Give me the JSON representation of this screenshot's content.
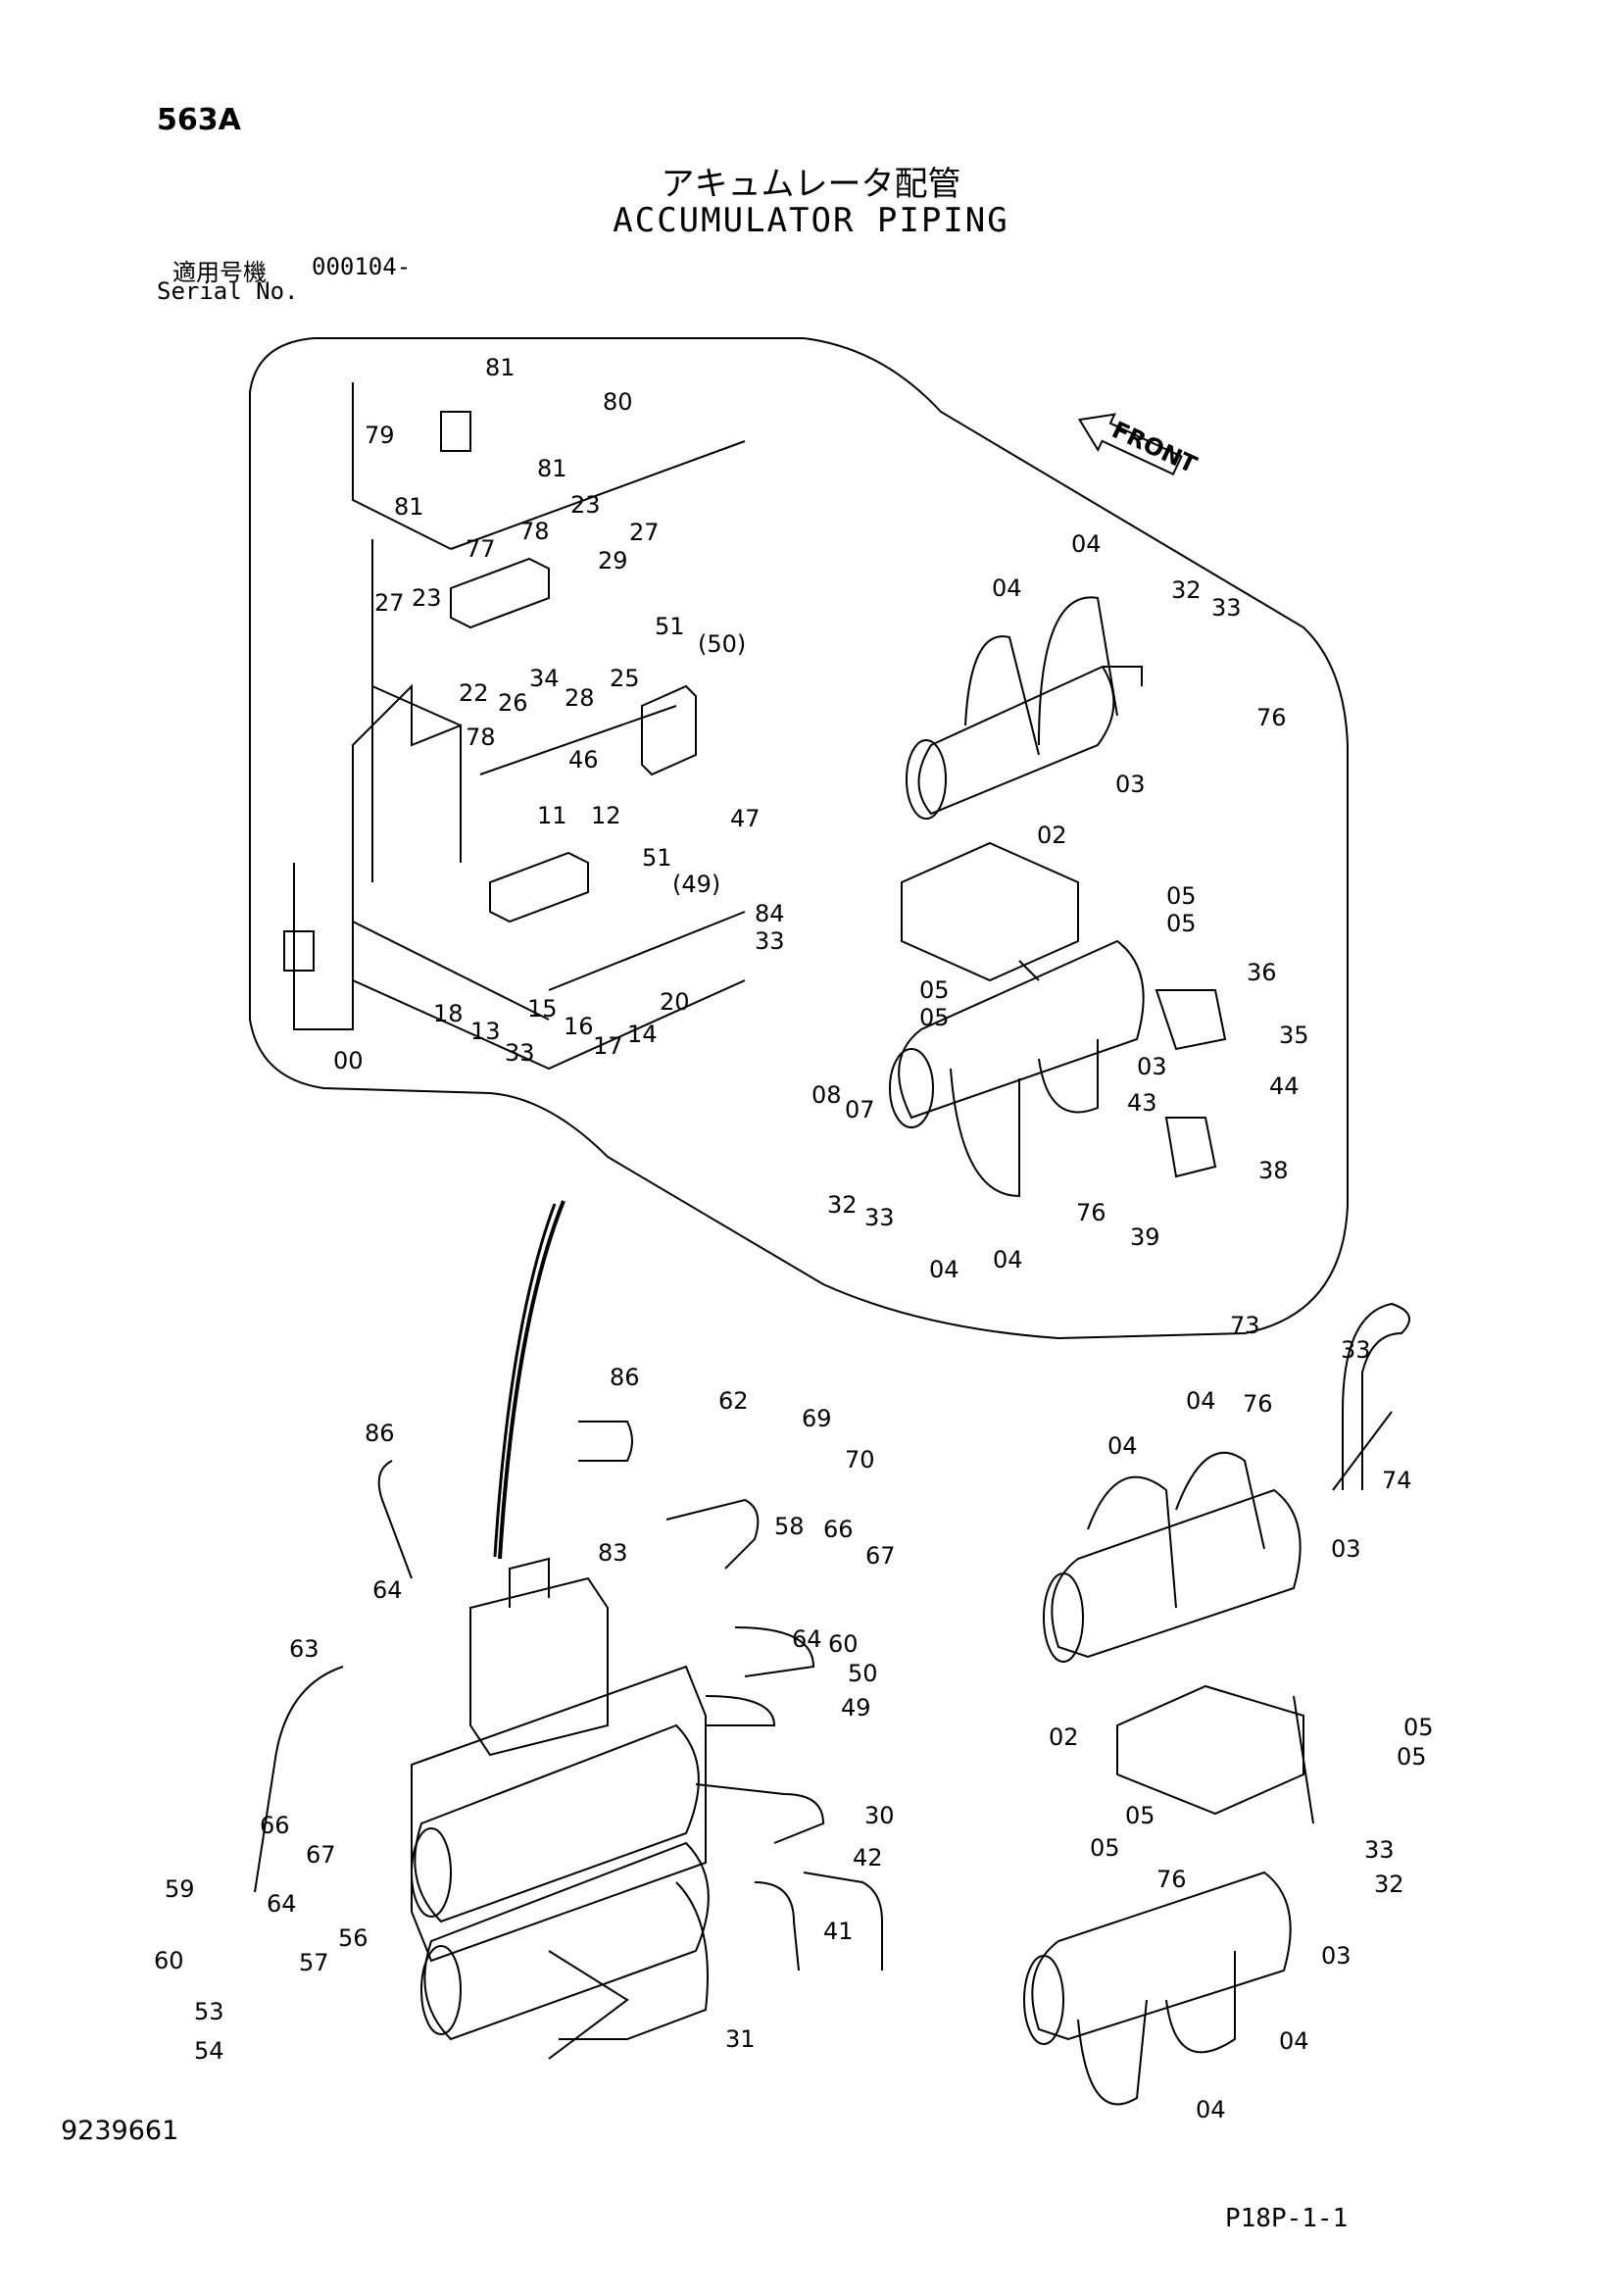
{
  "header": {
    "page_number": "563A",
    "title_jp": "アキュムレータ配管",
    "title_en": "ACCUMULATOR PIPING",
    "serial_label_jp": "適用号機",
    "serial_value": "000104-",
    "serial_label_en": "Serial No."
  },
  "footer": {
    "drawing_number": "9239661",
    "page_code": "P18P-1-1"
  },
  "diagram": {
    "front_label": "FRONT",
    "part_labels": [
      "81",
      "80",
      "79",
      "81",
      "81",
      "77",
      "78",
      "23",
      "27",
      "29",
      "27",
      "23",
      "22",
      "26",
      "34",
      "28",
      "25",
      "78",
      "51",
      "(50)",
      "46",
      "47",
      "11",
      "12",
      "51",
      "(49)",
      "84",
      "33",
      "18",
      "13",
      "15",
      "16",
      "17",
      "14",
      "20",
      "33",
      "00",
      "04",
      "04",
      "32",
      "33",
      "76",
      "03",
      "02",
      "05",
      "05",
      "05",
      "05",
      "36",
      "35",
      "08",
      "07",
      "03",
      "43",
      "44",
      "38",
      "32",
      "33",
      "76",
      "04",
      "04",
      "39",
      "86",
      "86",
      "62",
      "69",
      "70",
      "58",
      "66",
      "67",
      "83",
      "64",
      "60",
      "64",
      "50",
      "49",
      "63",
      "30",
      "42",
      "41",
      "66",
      "67",
      "59",
      "64",
      "56",
      "60",
      "57",
      "53",
      "54",
      "31",
      "73",
      "33",
      "76",
      "04",
      "04",
      "74",
      "03",
      "02",
      "05",
      "05",
      "05",
      "05",
      "76",
      "33",
      "32",
      "03",
      "04",
      "04"
    ]
  }
}
